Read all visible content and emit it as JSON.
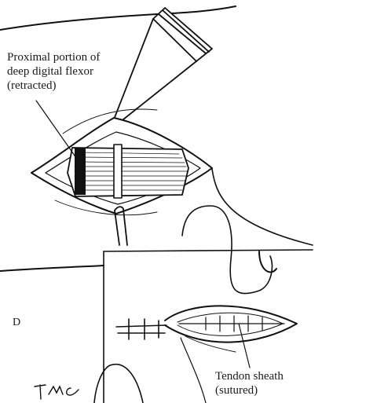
{
  "labels": {
    "flexor": [
      "Proximal portion of",
      "deep digital flexor",
      "(retracted)"
    ],
    "panel": "D",
    "sheath": [
      "Tendon sheath",
      "(sutured)"
    ],
    "signature": "TMC"
  }
}
